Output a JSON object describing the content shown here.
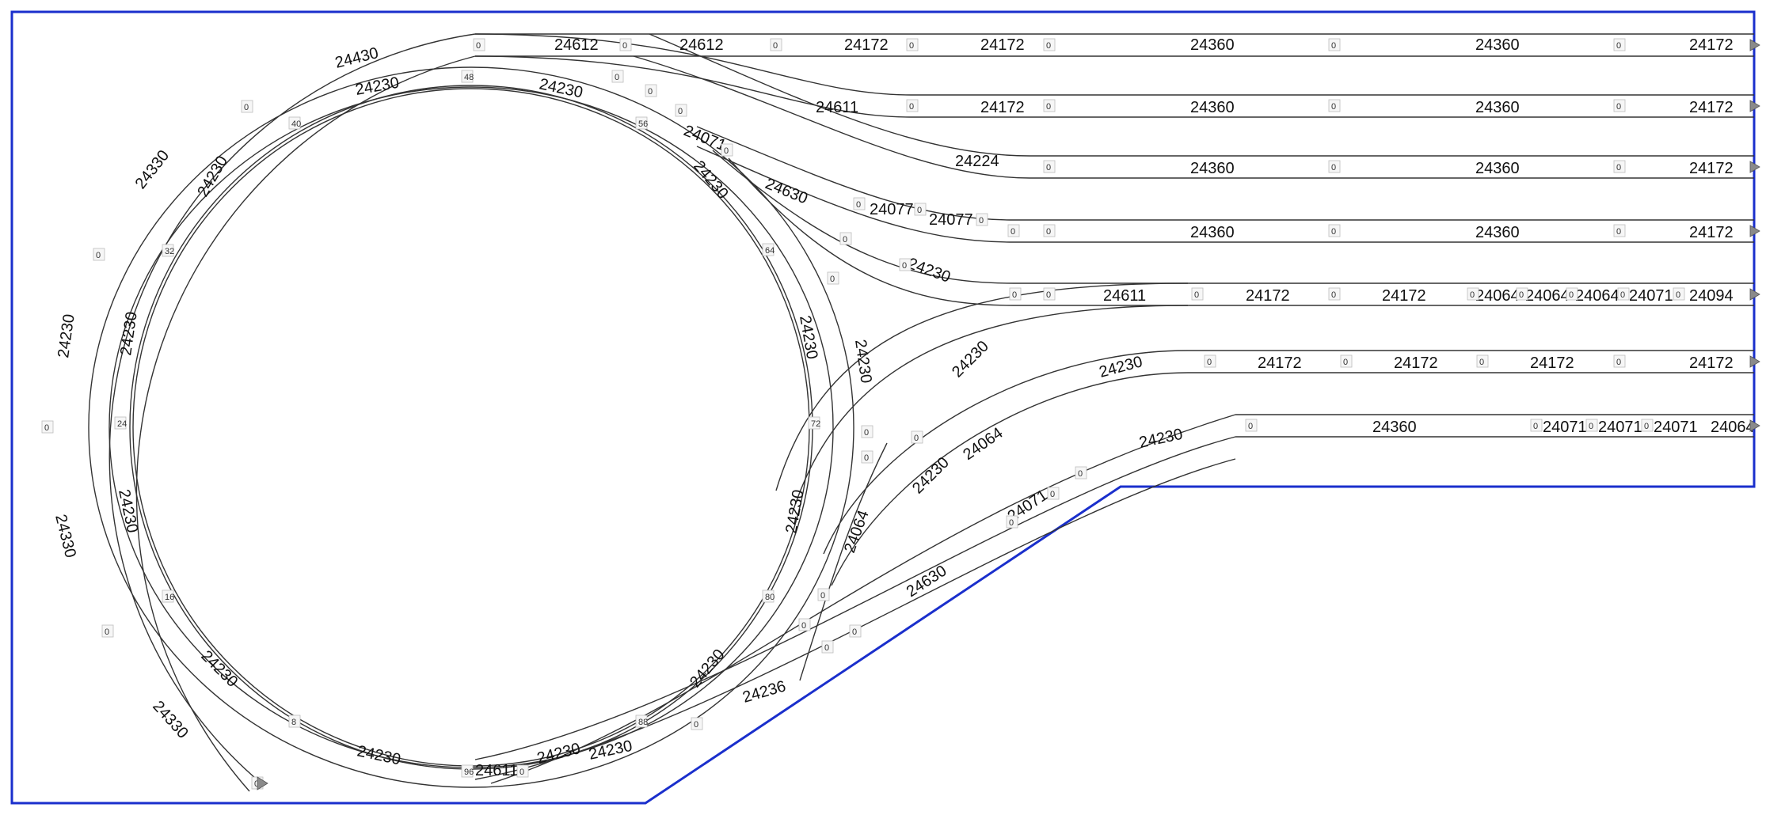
{
  "colors": {
    "board_outline": "#1a2fcc",
    "track": "#333333"
  },
  "straight_tracks": [
    {
      "row": 1,
      "pieces": [
        "24612",
        "24612",
        "24172",
        "24172",
        "24360",
        "24360",
        "24172"
      ]
    },
    {
      "row": 2,
      "pieces": [
        "24611",
        "24172",
        "24360",
        "24360",
        "24172"
      ]
    },
    {
      "row": 3,
      "pieces": [
        "24224",
        "24360",
        "24360",
        "24172"
      ]
    },
    {
      "row": 4,
      "pieces": [
        "24077",
        "24077",
        "24360",
        "24360",
        "24172"
      ]
    },
    {
      "row": 5,
      "pieces": [
        "24611",
        "24172",
        "24172",
        "24064",
        "24064",
        "24064",
        "24071",
        "24094"
      ]
    },
    {
      "row": 6,
      "pieces": [
        "24172",
        "24172",
        "24172",
        "24172"
      ]
    },
    {
      "row": 7,
      "pieces": [
        "24360",
        "24071",
        "24071",
        "24071",
        "24064"
      ]
    }
  ],
  "curved_tracks": {
    "outer_ring": [
      "24430",
      "24330",
      "24230",
      "24330",
      "24330"
    ],
    "middle_ring": [
      "24230",
      "24230",
      "24230",
      "24230",
      "24230",
      "24230",
      "24230",
      "24230",
      "24230"
    ],
    "inner_ring": [
      "24230",
      "24230",
      "24230",
      "24230",
      "24230",
      "24230"
    ],
    "connecting": [
      "24071",
      "24630",
      "24230",
      "24230",
      "24230",
      "24230",
      "24064",
      "24071",
      "24064",
      "24630",
      "24236",
      "24611",
      "24230",
      "24230",
      "24071"
    ]
  },
  "connector_labels": [
    "0",
    "8",
    "16",
    "24",
    "32",
    "40",
    "48",
    "56",
    "64",
    "72",
    "80",
    "88",
    "96"
  ]
}
